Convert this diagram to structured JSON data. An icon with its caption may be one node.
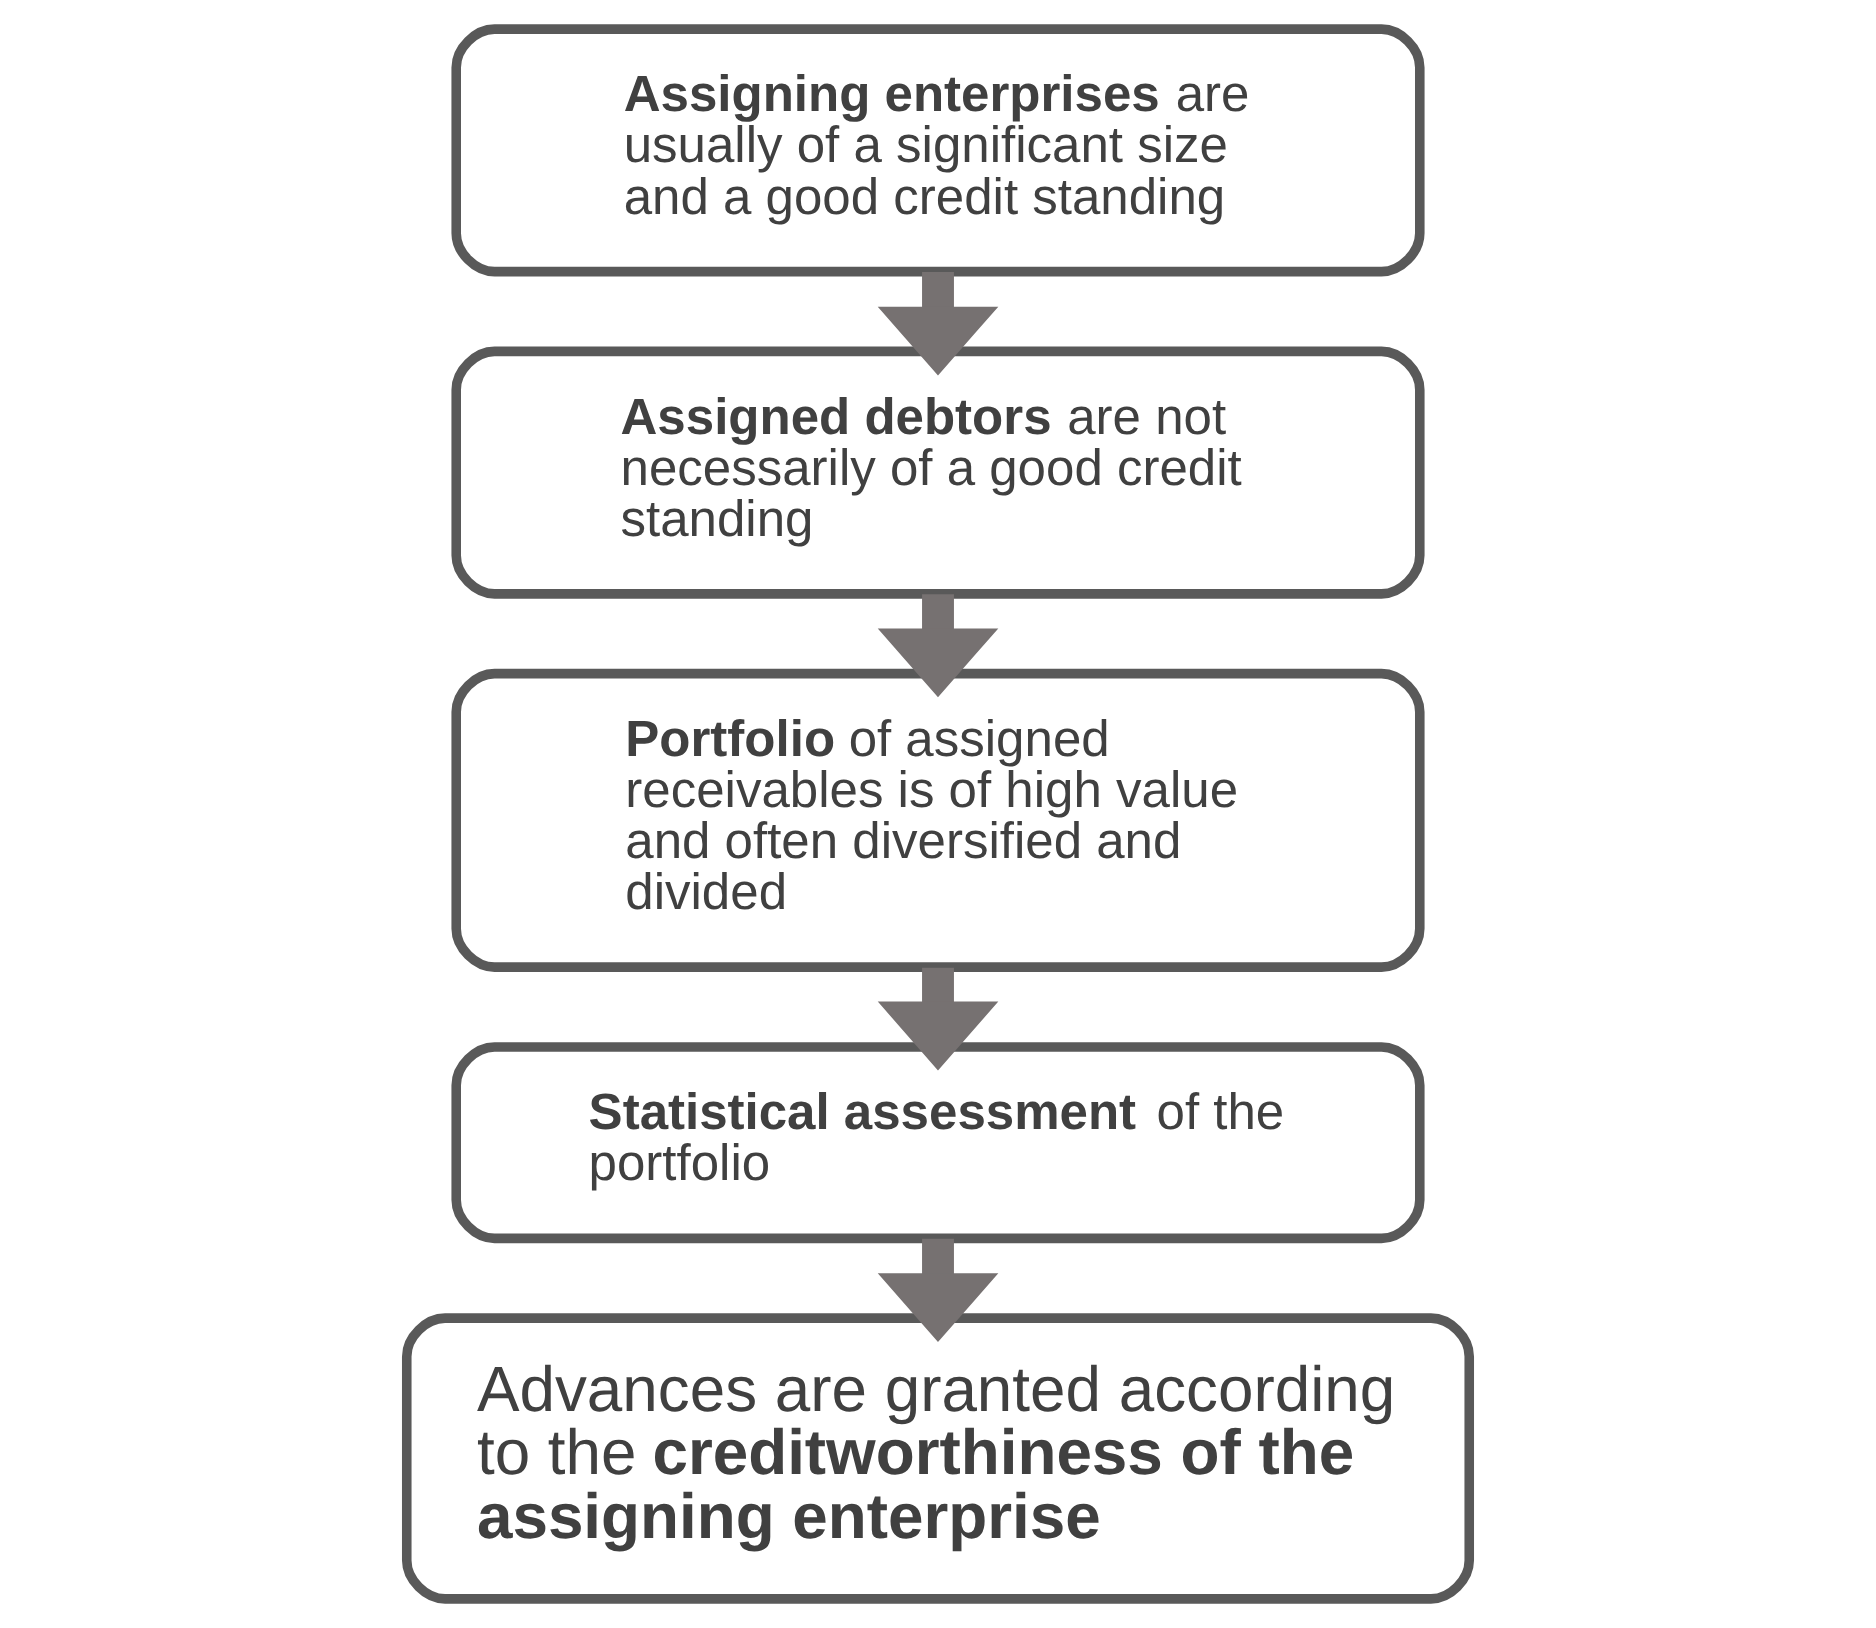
{
  "diagram": {
    "nodes": [
      {
        "text": [
          "**Assigning enterprises** are usually of a significant size and a good credit standing"
        ]
      },
      {
        "text": [
          "**Assigned debtors** are not necessarily of a good credit standing"
        ]
      },
      {
        "text": [
          "**Portfolio** of assigned receivables is of high value and often diversified and divided"
        ]
      },
      {
        "text": [
          "**Statistical assessment** of the portfolio"
        ]
      },
      {
        "text": [
          "Advances are granted according to the **creditworthiness of the assigning enterprise**"
        ]
      }
    ],
    "edges": [
      {
        "from": 0,
        "to": 1,
        "arrow": "to"
      },
      {
        "from": 1,
        "to": 2,
        "arrow": "to"
      },
      {
        "from": 2,
        "to": 3,
        "arrow": "to"
      },
      {
        "from": 3,
        "to": 4,
        "arrow": "to"
      }
    ]
  }
}
